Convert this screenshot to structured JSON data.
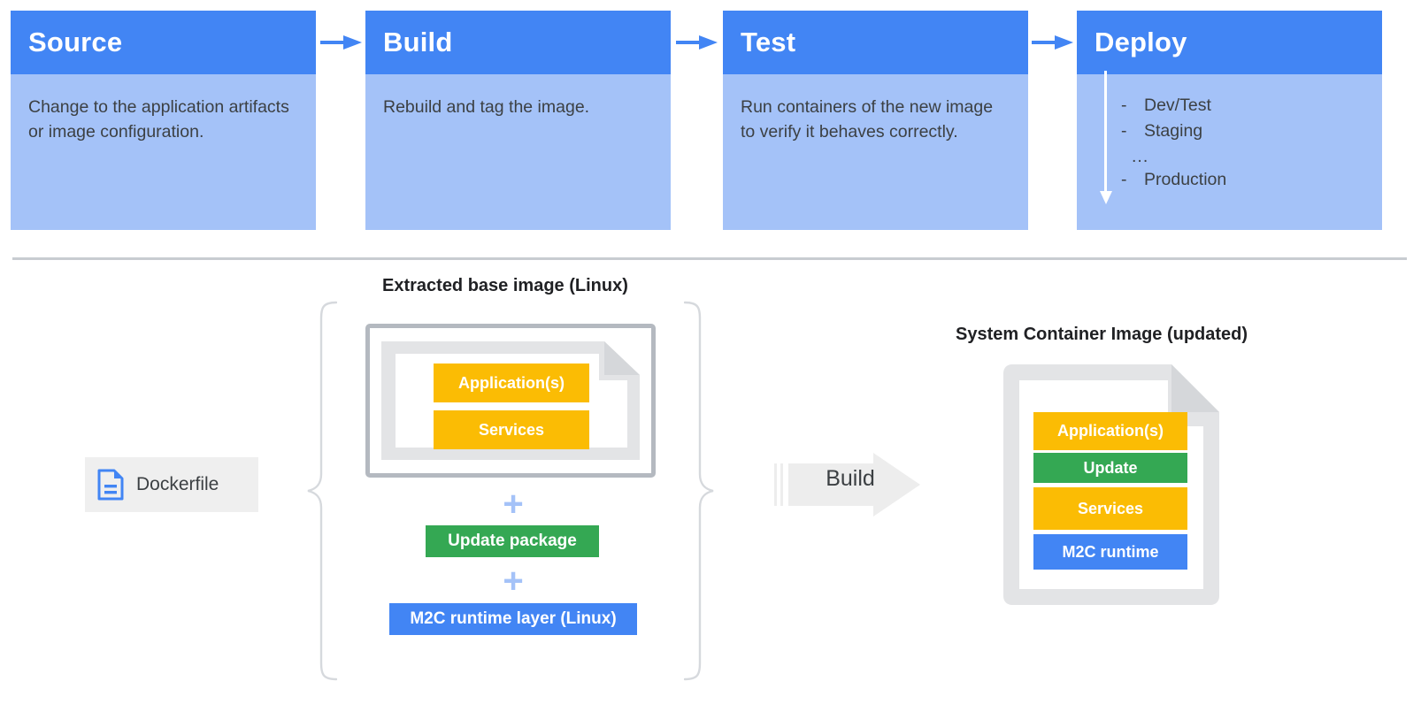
{
  "pipeline": {
    "stages": [
      {
        "title": "Source",
        "desc": "Change to the application artifacts or image configuration."
      },
      {
        "title": "Build",
        "desc": "Rebuild and tag the image."
      },
      {
        "title": "Test",
        "desc": "Run containers of the new image to verify it behaves correctly."
      },
      {
        "title": "Deploy",
        "desc": ""
      }
    ],
    "deploy_items": [
      {
        "dash": "-",
        "label": "Dev/Test"
      },
      {
        "dash": "-",
        "label": "Staging"
      },
      {
        "dash": "",
        "label": "..."
      },
      {
        "dash": "-",
        "label": "Production"
      }
    ],
    "arrow_icon": "arrow-right-icon",
    "deploy_flow_icon": "arrow-down-icon"
  },
  "build_flow": {
    "dockerfile": {
      "label": "Dockerfile",
      "icon": "document-icon"
    },
    "left_label": "Extracted base image (Linux)",
    "right_label": "System Container Image (updated)",
    "base_image_layers": [
      {
        "label": "Application(s)",
        "color": "#FBBC04"
      },
      {
        "label": "Services",
        "color": "#FBBC04"
      }
    ],
    "plus_1": "+",
    "plus_2": "+",
    "update_package": {
      "label": "Update package",
      "color": "#34A853"
    },
    "m2c_runtime_layer": {
      "label": "M2C runtime layer (Linux)",
      "color": "#4285F4"
    },
    "build_arrow": {
      "label": "Build",
      "icon": "arrow-right-thick-icon"
    },
    "result_layers": [
      {
        "label": "Application(s)",
        "color": "#FBBC04"
      },
      {
        "label": "Update",
        "color": "#34A853"
      },
      {
        "label": "Services",
        "color": "#FBBC04"
      },
      {
        "label": "M2C runtime",
        "color": "#4285F4"
      }
    ],
    "brace_left_icon": "curly-brace-left-icon",
    "brace_right_icon": "curly-brace-right-icon"
  },
  "colors": {
    "header_blue": "#4285F4",
    "body_blue": "#A4C2F8",
    "yellow": "#FBBC04",
    "green": "#34A853",
    "blue": "#4285F4",
    "gray_frame": "#B4B9C0",
    "gray_doc": "#E3E4E6",
    "divider": "#C8CCD1"
  }
}
